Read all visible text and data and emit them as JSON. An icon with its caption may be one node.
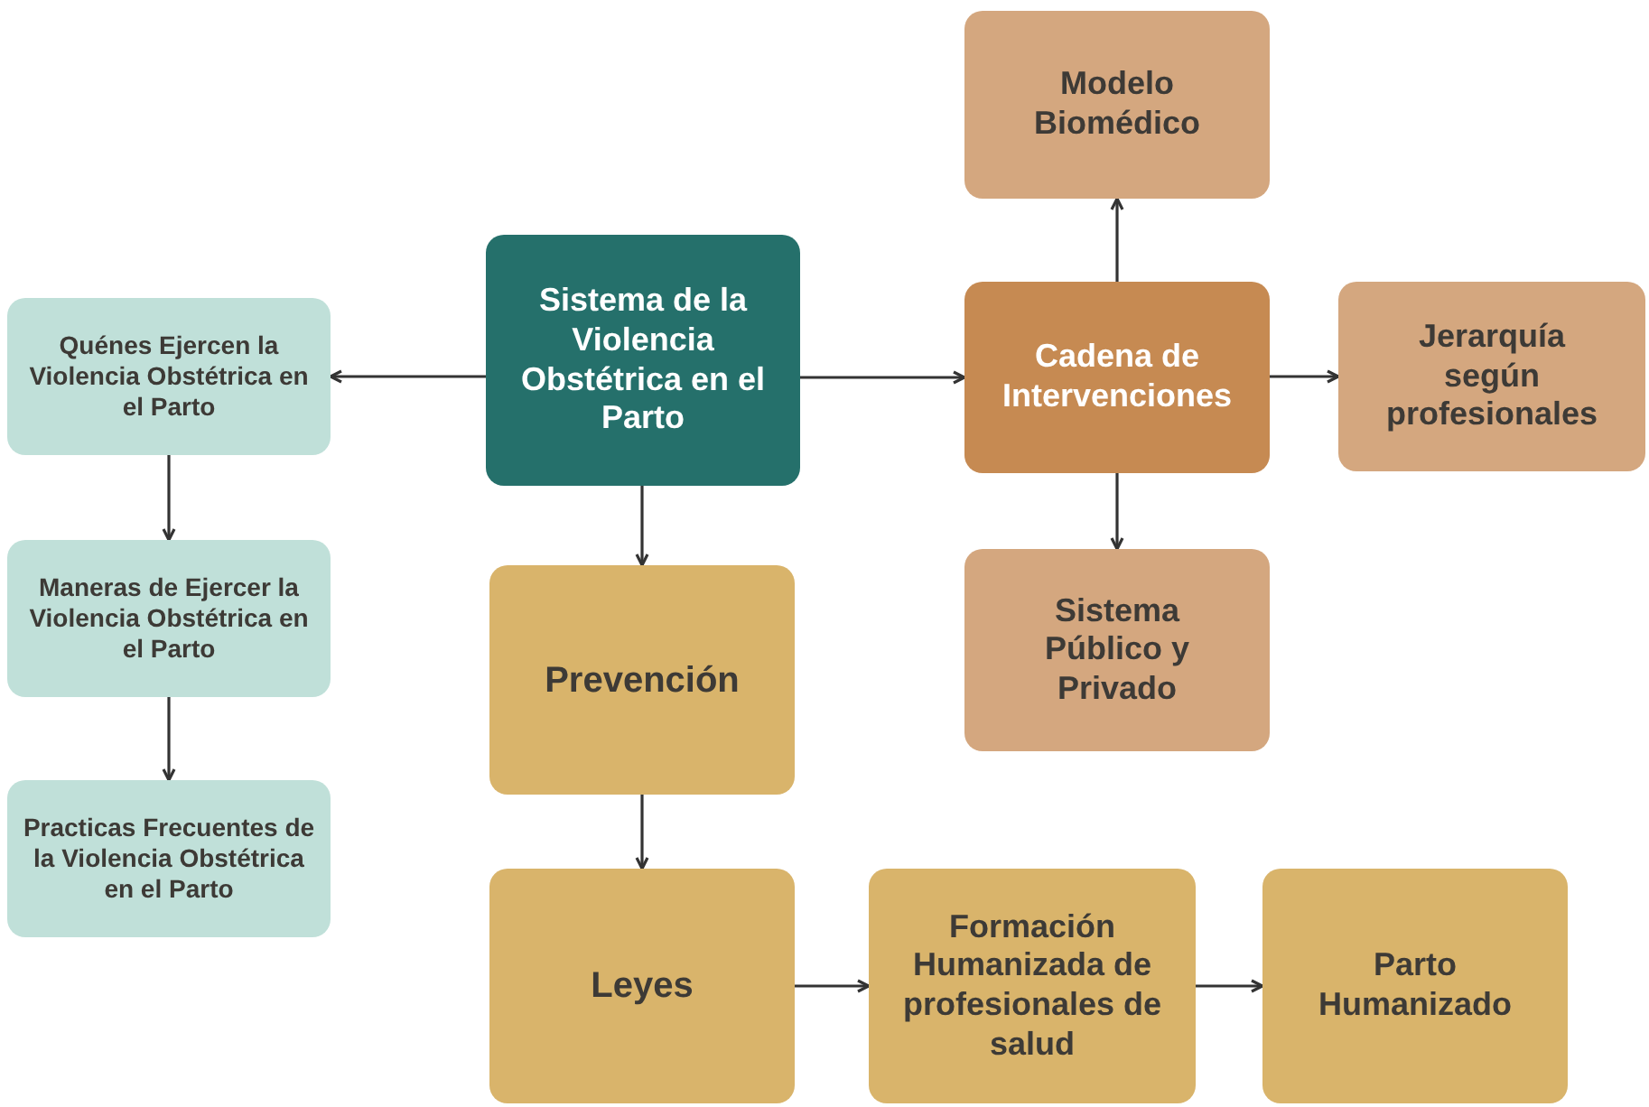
{
  "diagram": {
    "nodes": [
      {
        "text": [
          "Sistema de la Violencia Obstétrica en el Parto"
        ]
      },
      {
        "text": [
          "Quénes Ejercen la Violencia Obstétrica en el Parto"
        ]
      },
      {
        "text": [
          "Maneras de Ejercer la Violencia Obstétrica en el Parto"
        ]
      },
      {
        "text": [
          "Practicas Frecuentes de la Violencia Obstétrica en el Parto"
        ]
      },
      {
        "text": [
          "Cadena de Intervenciones"
        ]
      },
      {
        "text": [
          "Modelo Biomédico"
        ]
      },
      {
        "text": [
          "Jerarquía según profesionales"
        ]
      },
      {
        "text": [
          "Sistema Público y Privado"
        ]
      },
      {
        "text": [
          "Prevención"
        ]
      },
      {
        "text": [
          "Leyes"
        ]
      },
      {
        "text": [
          "Formación Humanizada de profesionales de salud"
        ]
      },
      {
        "text": [
          "Parto Humanizado"
        ]
      }
    ],
    "edges": [
      {
        "from": 0,
        "to": 1,
        "arrow": "to"
      },
      {
        "from": 1,
        "to": 2,
        "arrow": "to"
      },
      {
        "from": 2,
        "to": 3,
        "arrow": "to"
      },
      {
        "from": 0,
        "to": 4,
        "arrow": "to"
      },
      {
        "from": 4,
        "to": 5,
        "arrow": "to"
      },
      {
        "from": 4,
        "to": 6,
        "arrow": "to"
      },
      {
        "from": 4,
        "to": 7,
        "arrow": "to"
      },
      {
        "from": 0,
        "to": 8,
        "arrow": "to"
      },
      {
        "from": 8,
        "to": 9,
        "arrow": "to"
      },
      {
        "from": 9,
        "to": 10,
        "arrow": "to"
      },
      {
        "from": 10,
        "to": 11,
        "arrow": "to"
      }
    ]
  }
}
